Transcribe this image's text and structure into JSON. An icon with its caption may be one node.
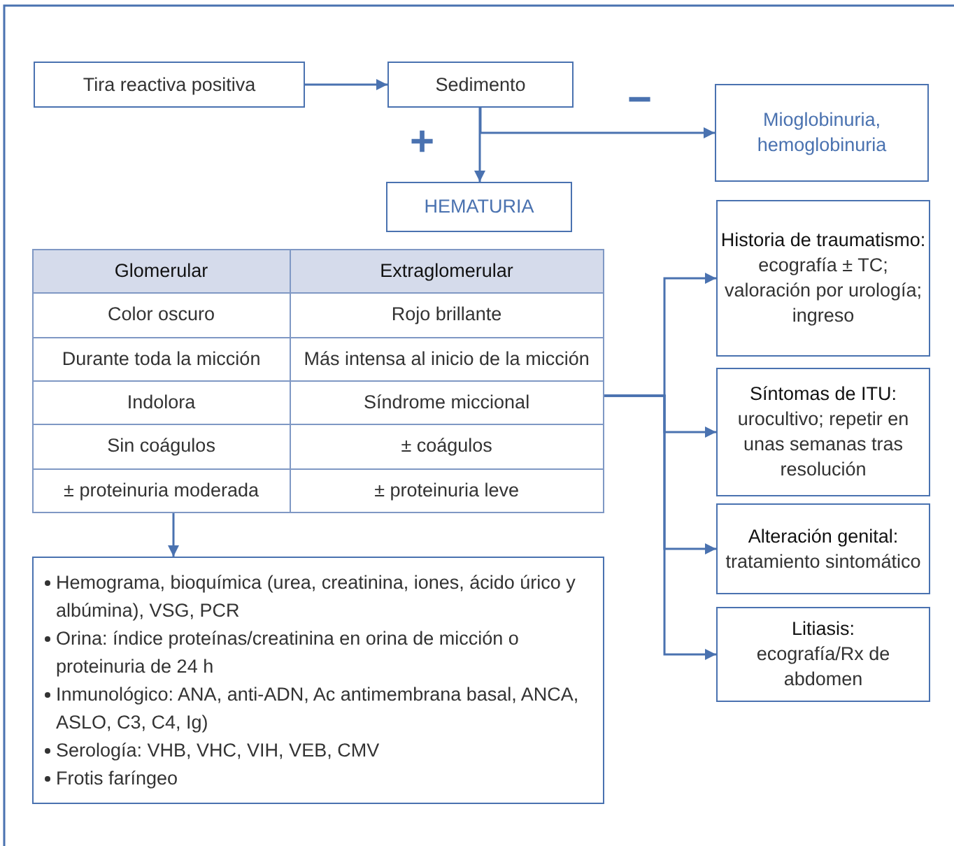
{
  "diagram": {
    "nodes": [
      {
        "text": [
          "Tira reactiva positiva"
        ]
      },
      {
        "text": [
          "Sedimento"
        ]
      },
      {
        "text": [
          "Mioglobinuria, hemoglobinuria"
        ]
      },
      {
        "text": [
          "HEMATURIA"
        ]
      },
      {
        "text": [
          "Glomerular",
          "Extraglomerular",
          "Color oscuro",
          "Rojo brillante",
          "Durante toda la micción",
          "Más intensa al inicio de la micción",
          "Indolora",
          "Síndrome miccional",
          "Sin coágulos",
          "± coágulos",
          "± proteinuria moderada",
          "± proteinuria leve"
        ]
      },
      {
        "text": [
          "Historia de traumatismo:",
          "ecografía ± TC; valoración por urología; ingreso"
        ]
      },
      {
        "text": [
          "Síntomas de ITU:",
          "urocultivo; repetir en unas semanas tras resolución"
        ]
      },
      {
        "text": [
          "Alteración genital:",
          "tratamiento sintomático"
        ]
      },
      {
        "text": [
          "Litiasis:",
          "ecografía/Rx de abdomen"
        ]
      },
      {
        "text": [
          "Hemograma, bioquímica (urea, creatinina, iones, ácido úrico y albúmina), VSG, PCR",
          "Orina: índice proteínas/creatinina en orina de micción o proteinuria de 24 h",
          "Inmunológico: ANA, anti-ADN, Ac antimembrana basal, ANCA, ASLO, C3, C4, Ig)",
          "Serología: VHB, VHC, VIH, VEB, CMV",
          "Frotis faríngeo"
        ]
      }
    ],
    "edges": [
      {
        "from": 0,
        "to": 1,
        "arrow": "to"
      },
      {
        "from": 1,
        "to": 3,
        "arrow": "to",
        "label": "+"
      },
      {
        "from": 1,
        "to": 2,
        "arrow": "to",
        "label": "−"
      },
      {
        "from": 4,
        "to": 5,
        "arrow": "to"
      },
      {
        "from": 4,
        "to": 6,
        "arrow": "to"
      },
      {
        "from": 4,
        "to": 7,
        "arrow": "to"
      },
      {
        "from": 4,
        "to": 8,
        "arrow": "to"
      },
      {
        "from": 4,
        "to": 9,
        "arrow": "to"
      }
    ]
  }
}
